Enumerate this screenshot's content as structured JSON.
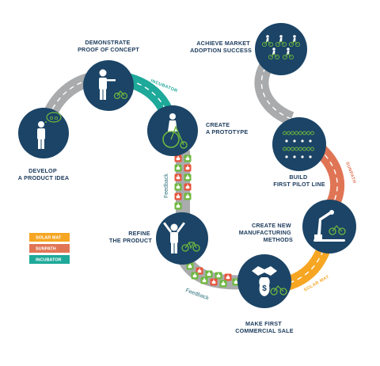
{
  "stages": {
    "develop": [
      "DEVELOP",
      "A PRODUCT IDEA"
    ],
    "demonstrate": [
      "DEMONSTRATE",
      "PROOF OF CONCEPT"
    ],
    "prototype": [
      "CREATE",
      "A PROTOTYPE"
    ],
    "refine": [
      "REFINE",
      "THE PRODUCT"
    ],
    "sale": [
      "MAKE FIRST",
      "COMMERCIAL SALE"
    ],
    "methods": [
      "CREATE NEW",
      "MANUFACTURING",
      "METHODS"
    ],
    "pilot": [
      "BUILD",
      "FIRST PILOT LINE"
    ],
    "market": [
      "ACHIEVE MARKET",
      "ADOPTION SUCCESS"
    ]
  },
  "path_labels": {
    "incubator": "INCUBATOR",
    "sunpath": "SUNPATH",
    "solar_mat": "SOLAR MAT"
  },
  "feedback": [
    "Feedback",
    "Feedback"
  ],
  "legend": [
    {
      "label": "SOLAR MAT",
      "color": "#f6a623"
    },
    {
      "label": "SUNPATH",
      "color": "#e07555"
    },
    {
      "label": "INCUBATOR",
      "color": "#1ea99a"
    }
  ],
  "colors": {
    "circle": "#1b4466",
    "road_gray": "#a9abad",
    "incubator": "#1ea99a",
    "sunpath": "#e07555",
    "solar_mat": "#f6a623",
    "feedback_green": "#6fb83f",
    "feedback_red": "#e8543a"
  }
}
